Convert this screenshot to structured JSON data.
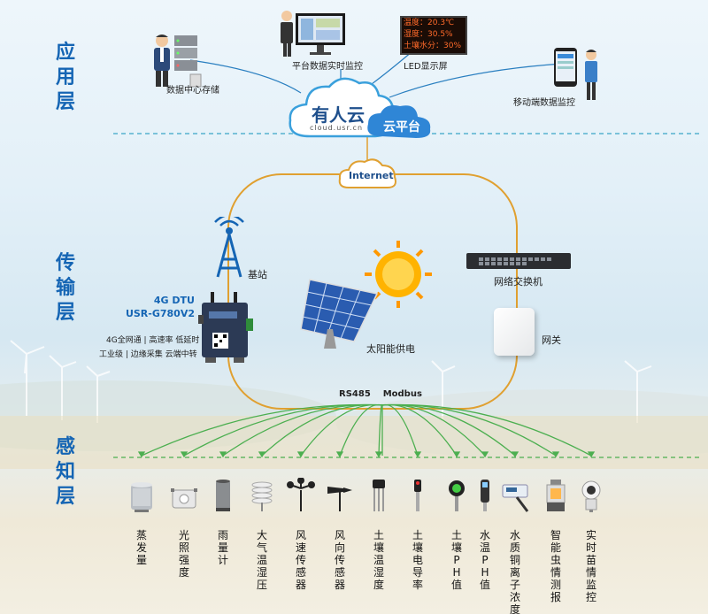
{
  "layers": {
    "application": "应用层",
    "transport": "传输层",
    "perception": "感知层"
  },
  "app": {
    "datacenter": "数据中心存储",
    "platform": "平台数据实时监控",
    "led": "LED显示屏",
    "mobile": "移动端数据监控",
    "cloud_brand": "有人云",
    "cloud_url": "cloud.usr.cn",
    "cloud_platform": "云平台",
    "led_lines": [
      "温度：20.3℃",
      "湿度：30.5%",
      "土壤水分：30%"
    ]
  },
  "transport": {
    "internet": "Internet",
    "base_station": "基站",
    "switch": "网络交换机",
    "solar": "太阳能供电",
    "gateway": "网关",
    "dtu_title": "4G DTU",
    "dtu_model": "USR-G780V2",
    "dtu_feature1": "4G全网通 | 高速率 低延时",
    "dtu_feature2": "工业级 | 边缘采集 云端中转",
    "bus": "RS485    Modbus"
  },
  "sensors": [
    {
      "name": "蒸发量",
      "icon": "evaporation-icon"
    },
    {
      "name": "光照强度",
      "icon": "light-sensor-icon"
    },
    {
      "name": "雨量计",
      "icon": "rain-gauge-icon"
    },
    {
      "name": "大气温湿压",
      "icon": "weather-shield-icon"
    },
    {
      "name": "风速传感器",
      "icon": "anemometer-icon"
    },
    {
      "name": "风向传感器",
      "icon": "wind-vane-icon"
    },
    {
      "name": "土壤温湿度",
      "icon": "soil-probe-icon"
    },
    {
      "name": "土壤电导率",
      "icon": "conductivity-probe-icon"
    },
    {
      "name": "土壤PH值",
      "icon": "soil-ph-icon"
    },
    {
      "name": "水温PH值",
      "icon": "water-ph-icon"
    },
    {
      "name": "水质铜离子浓度",
      "icon": "water-quality-icon"
    },
    {
      "name": "智能虫情测报",
      "icon": "insect-trap-icon"
    },
    {
      "name": "实时苗情监控",
      "icon": "camera-icon"
    }
  ],
  "colors": {
    "layer_text": "#1565b4",
    "loop": "#e0a030",
    "fan": "#4caf50",
    "divider": "#3aa6c8"
  }
}
